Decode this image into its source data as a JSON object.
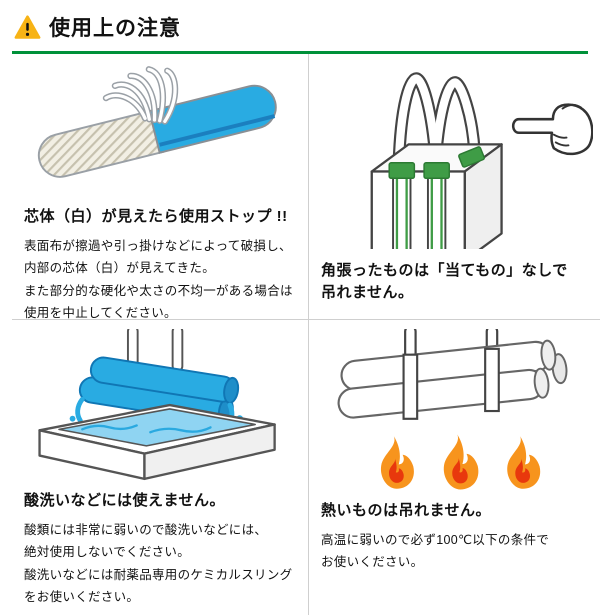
{
  "header": {
    "title": "使用上の注意"
  },
  "sections": {
    "core_exposed": {
      "heading": "芯体（白）が見えたら使用ストップ !!",
      "body": "表面布が擦過や引っ掛けなどによって破損し、\n内部の芯体（白）が見えてきた。\nまた部分的な硬化や太さの不均一がある場合は\n使用を中止してください。"
    },
    "angular_loads": {
      "heading": "角張ったものは「当てもの」なしで\n吊れません。"
    },
    "acid_washing": {
      "heading": "酸洗いなどには使えません。",
      "body": "酸類には非常に弱いので酸洗いなどには、\n絶対使用しないでください。\n酸洗いなどには耐薬品専用のケミカルスリング\nをお使いください。"
    },
    "hot_loads": {
      "heading": "熱いものは吊れません。",
      "body": "高温に弱いので必ず100℃以下の条件で\nお使いください。"
    }
  },
  "icons": {
    "warning": "warning-triangle-icon",
    "hand": "pointing-hand-icon",
    "flame": "flame-icon"
  },
  "colors": {
    "accent_green": "#00913a",
    "warning_yellow": "#f7b315",
    "sling_blue": "#29abe2",
    "strap_green": "#3f9c46",
    "flame_orange": "#f7941d",
    "flame_red": "#e8380d",
    "divider_gray": "#cfcfcf"
  }
}
